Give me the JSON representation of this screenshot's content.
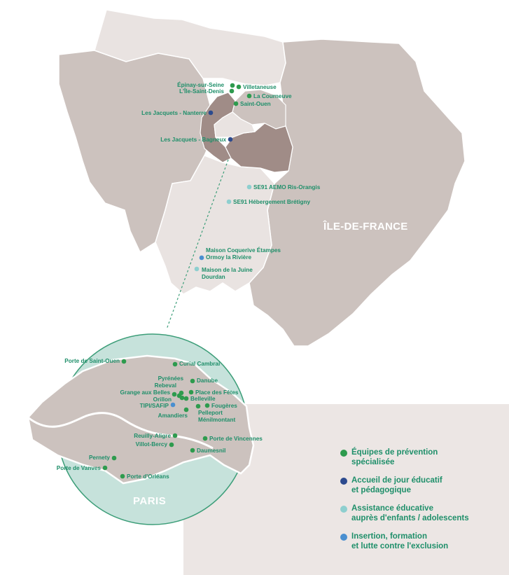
{
  "colors": {
    "prevention": "#2e9b4e",
    "accueil": "#2c4a8e",
    "assistance": "#8ecfcf",
    "insertion": "#4a8fd0",
    "label": "#1f8f6a",
    "region_fill": "#ccc2be",
    "dept_light": "#e9e3e1",
    "dept_dark": "#a08c87",
    "paris_circle": "#c6e2db",
    "paris_circle_stroke": "#3d9e79",
    "legend_bg": "#ece6e4"
  },
  "map": {
    "region_label": "ÎLE-DE-FRANCE",
    "paris_label": "PARIS"
  },
  "locations": {
    "idf": [
      {
        "name": "Épinay-sur-Seine",
        "category": "prevention"
      },
      {
        "name": "L'Île-Saint-Denis",
        "category": "prevention"
      },
      {
        "name": "Villetaneuse",
        "category": "prevention"
      },
      {
        "name": "La Courneuve",
        "category": "prevention"
      },
      {
        "name": "Saint-Ouen",
        "category": "prevention"
      },
      {
        "name": "Les Jacquets - Nanterre",
        "category": "accueil"
      },
      {
        "name": "Les Jacquets - Bagneux",
        "category": "accueil"
      },
      {
        "name": "SE91 AEMO Ris-Orangis",
        "category": "assistance"
      },
      {
        "name": "SE91 Hébergement Brétigny",
        "category": "assistance"
      },
      {
        "name": "Maison Coquerive Étampes\nOrmoy la Rivière",
        "category": "insertion"
      },
      {
        "name": "Maison de la Juine\nDourdan",
        "category": "assistance"
      }
    ],
    "paris": [
      {
        "name": "Porte de Saint-Ouen",
        "category": "prevention"
      },
      {
        "name": "Curial Cambrai",
        "category": "prevention"
      },
      {
        "name": "Pyrénées",
        "category": "prevention"
      },
      {
        "name": "Rebeval",
        "category": "prevention"
      },
      {
        "name": "Danube",
        "category": "prevention"
      },
      {
        "name": "Grange aux Belles",
        "category": "prevention"
      },
      {
        "name": "Place des Fêtes",
        "category": "prevention"
      },
      {
        "name": "Orillon",
        "category": "prevention"
      },
      {
        "name": "Belleville",
        "category": "prevention"
      },
      {
        "name": "TIPI/SAFIP",
        "category": "insertion"
      },
      {
        "name": "Fougères",
        "category": "prevention"
      },
      {
        "name": "Amandiers",
        "category": "prevention"
      },
      {
        "name": "Pelleport\nMénilmontant",
        "category": "prevention"
      },
      {
        "name": "Reuilly-Aligre",
        "category": "prevention"
      },
      {
        "name": "Porte de Vincennes",
        "category": "prevention"
      },
      {
        "name": "Villot-Bercy",
        "category": "prevention"
      },
      {
        "name": "Daumesnil",
        "category": "prevention"
      },
      {
        "name": "Pernety",
        "category": "prevention"
      },
      {
        "name": "Porte de Vanves",
        "category": "prevention"
      },
      {
        "name": "Porte d'Orléans",
        "category": "prevention"
      }
    ]
  },
  "legend": [
    {
      "key": "prevention",
      "label": "Équipes de prévention\nspécialisée",
      "icon": "green-dot-icon"
    },
    {
      "key": "accueil",
      "label": "Accueil de jour éducatif\net pédagogique",
      "icon": "navy-dot-icon"
    },
    {
      "key": "assistance",
      "label": "Assistance éducative\nauprès d'enfants / adolescents",
      "icon": "teal-dot-icon"
    },
    {
      "key": "insertion",
      "label": "Insertion, formation\net lutte contre l'exclusion",
      "icon": "blue-dot-icon"
    }
  ]
}
